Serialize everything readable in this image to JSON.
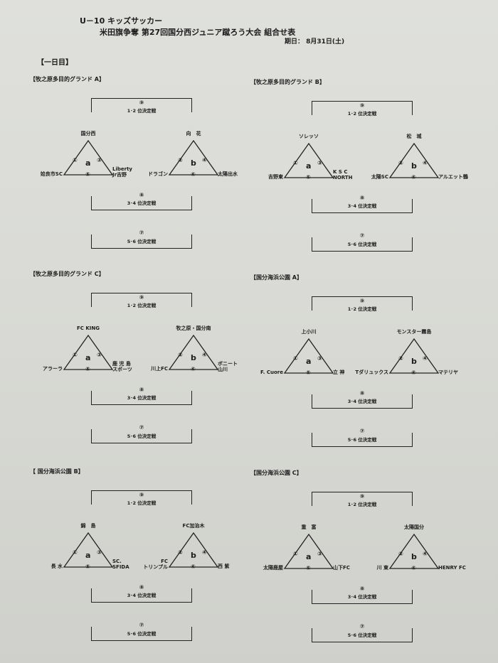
{
  "header": {
    "category": "U－10 キッズサッカー",
    "title": "米田旗争奪 第27回国分西ジュニア蹴ろう大会 組合せ表",
    "date": "期日： 8月31日(土)",
    "day_label": "【一日目】"
  },
  "match_labels": {
    "final": "1･2 位決定戦",
    "third": "3･4 位決定戦",
    "fifth": "5･6 位決定戦",
    "final_num": "⑨",
    "third_num": "⑧",
    "fifth_num": "⑦"
  },
  "venues": [
    {
      "name": "【牧之原多目的グランド A】",
      "groups": [
        {
          "letter": "a",
          "top": "国分西",
          "left": "姶良市SC",
          "right": [
            "Liberty",
            "Jr吉野"
          ],
          "left_num": "①",
          "right_num": "③",
          "bottom_num": "⑤"
        },
        {
          "letter": "b",
          "top": "向　花",
          "left": "ドラゴン",
          "right": [
            "太陽出水"
          ],
          "left_num": "②",
          "right_num": "④",
          "bottom_num": "⑥"
        }
      ]
    },
    {
      "name": "【牧之原多目的グランド B】",
      "groups": [
        {
          "letter": "a",
          "top": "ソレッソ",
          "left": "吉野東",
          "right": [
            "K S C",
            "NORTH"
          ],
          "left_num": "①",
          "right_num": "③",
          "bottom_num": "⑤"
        },
        {
          "letter": "b",
          "top": "松　城",
          "left": "太陽SC",
          "right": [
            "アルエット鶴"
          ],
          "left_num": "②",
          "right_num": "④",
          "bottom_num": "⑥"
        }
      ]
    },
    {
      "name": "【牧之原多目的グランド C】",
      "groups": [
        {
          "letter": "a",
          "top": "FC KING",
          "left": "アラーラ",
          "right": [
            "鹿 児 島",
            "スポーツ"
          ],
          "left_num": "①",
          "right_num": "③",
          "bottom_num": "⑤"
        },
        {
          "letter": "b",
          "top": "牧之原・国分南",
          "left": "川上FC",
          "right": [
            "ボニート",
            "山川"
          ],
          "left_num": "②",
          "right_num": "④",
          "bottom_num": "⑥"
        }
      ]
    },
    {
      "name": "【国分海浜公園 A】",
      "groups": [
        {
          "letter": "a",
          "top": "上小川",
          "left": "F. Cuore",
          "right": [
            "立 神"
          ],
          "left_num": "①",
          "right_num": "③",
          "bottom_num": "⑤"
        },
        {
          "letter": "b",
          "top": "モンスター霧島",
          "left": "Tダリュックス",
          "right": [
            "マテリヤ"
          ],
          "left_num": "②",
          "right_num": "④",
          "bottom_num": "⑥"
        }
      ]
    },
    {
      "name": "【 国分海浜公園 B】",
      "groups": [
        {
          "letter": "a",
          "top": "錦　島",
          "left": "長 水",
          "right": [
            "SC.",
            "SFIDA"
          ],
          "left_num": "①",
          "right_num": "③",
          "bottom_num": "⑤"
        },
        {
          "letter": "b",
          "top": "FC加治木",
          "left": [
            "FC",
            "トリンプル"
          ],
          "right": [
            "西 紫"
          ],
          "left_num": "②",
          "right_num": "④",
          "bottom_num": "⑥"
        }
      ]
    },
    {
      "name": "【国分海浜公園 C】",
      "groups": [
        {
          "letter": "a",
          "top": "重　富",
          "left": "太陽鹿屋",
          "right": [
            "山下FC"
          ],
          "left_num": "①",
          "right_num": "③",
          "bottom_num": "⑤"
        },
        {
          "letter": "b",
          "top": "太陽国分",
          "left": "川 東",
          "right": [
            "HENRY FC"
          ],
          "left_num": "②",
          "right_num": "④",
          "bottom_num": "⑥"
        }
      ]
    }
  ]
}
